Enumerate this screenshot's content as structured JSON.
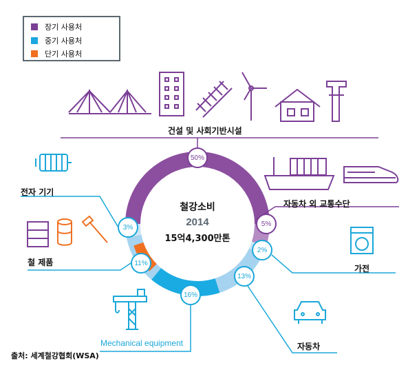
{
  "legend": [
    {
      "label": "장기 사용처",
      "color": "#7b3f96"
    },
    {
      "label": "중기 사용처",
      "color": "#1aa7e0"
    },
    {
      "label": "단기 사용처",
      "color": "#f07020"
    }
  ],
  "center": {
    "title": "철강소비",
    "year": "2014",
    "amount": "15억4,300만톤"
  },
  "colors": {
    "purple": "#8c4f9f",
    "light_purple": "#b58cc4",
    "pale_blue": "#cfe6f5",
    "light_blue": "#a6d3ef",
    "cyan": "#1aabe3",
    "orange": "#f07020"
  },
  "segments": [
    {
      "name": "건설 및 사회기반시설",
      "label": "50%",
      "value": 50
    },
    {
      "name": "자동차 외 교통수단",
      "label": "5%",
      "value": 5
    },
    {
      "name": "가전",
      "label": "2%",
      "value": 2
    },
    {
      "name": "자동차",
      "label": "13%",
      "value": 13
    },
    {
      "name": "Mechanical equipment",
      "label": "16%",
      "value": 16
    },
    {
      "name": "철 제품",
      "label": "11%",
      "value": 11
    },
    {
      "name": "전자 기기",
      "label": "3%",
      "value": 3
    }
  ],
  "labels": {
    "construction": "건설 및 사회기반시설",
    "transport": "자동차 외 교통수단",
    "appliances": "가전",
    "automotive": "자동차",
    "mechanical": "Mechanical equipment",
    "metal_products": "철 제품",
    "electronics": "전자 기기"
  },
  "source": "출처: 세계철강협회(WSA)"
}
